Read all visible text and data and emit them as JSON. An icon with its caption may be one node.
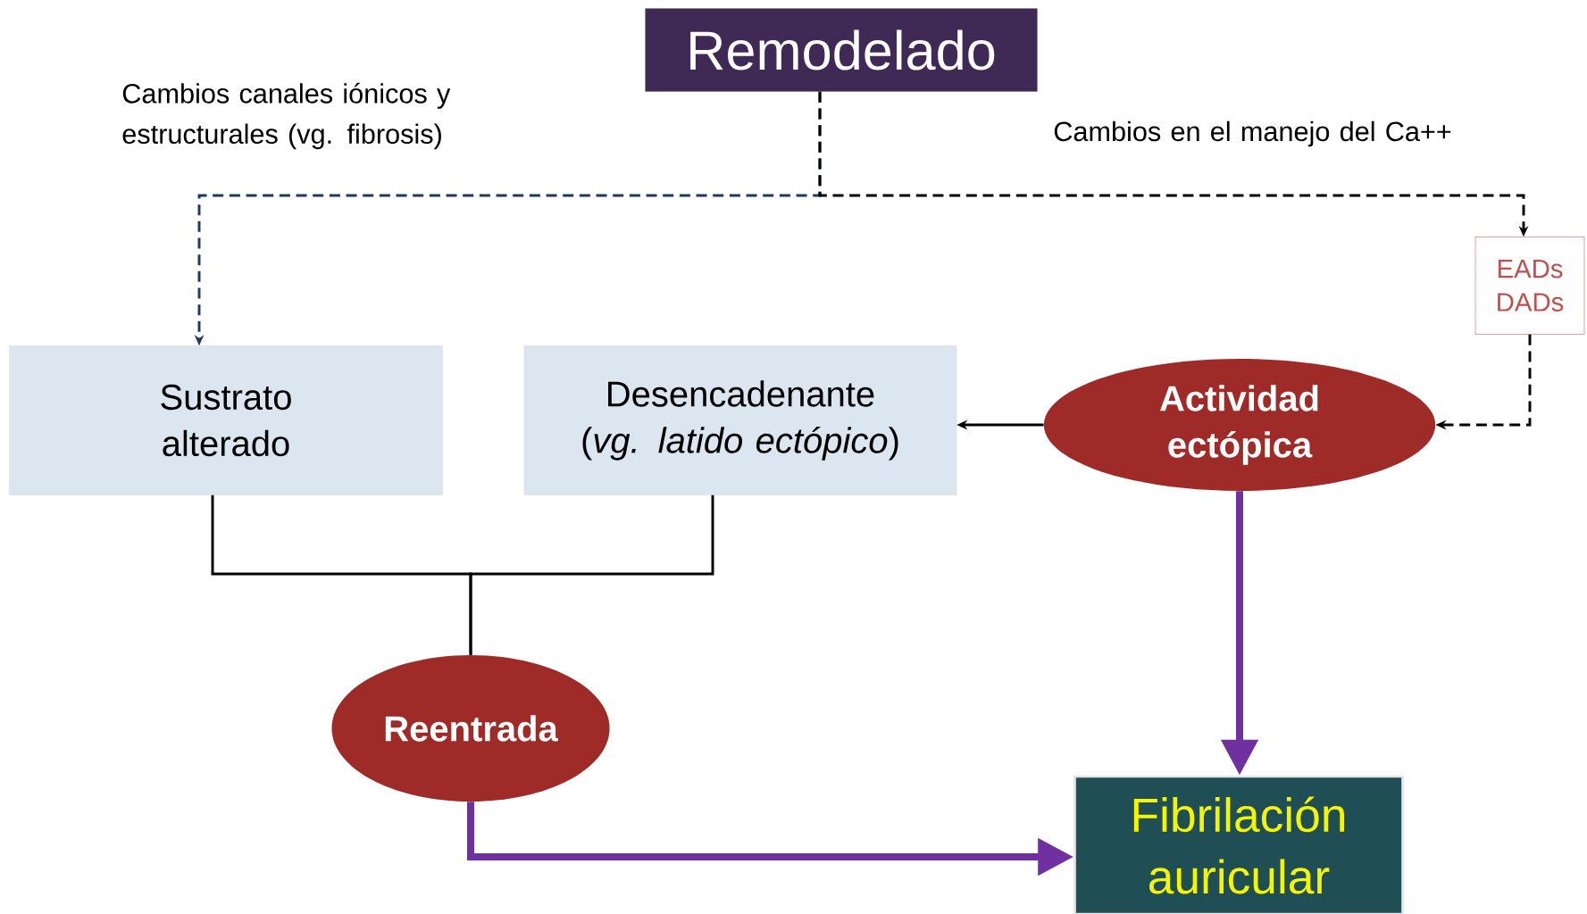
{
  "diagram": {
    "nodes": [
      {
        "text": [
          "Remodelado"
        ]
      },
      {
        "text": [
          "Sustrato alterado"
        ]
      },
      {
        "text": [
          "Desencadenante (*vg. latido ectópico*)"
        ]
      },
      {
        "text": [
          "EADs DADs"
        ]
      },
      {
        "text": [
          "Actividad ectópica"
        ]
      },
      {
        "text": [
          "Reentrada"
        ]
      },
      {
        "text": [
          "Fibrilación auricular"
        ]
      }
    ],
    "edges": [
      {
        "from": 0,
        "to": 3,
        "arrow": "to",
        "style": "dashed"
      },
      {
        "from": 0,
        "to": 1,
        "arrow": "to",
        "style": "dashed",
        "color": "#1f3864"
      },
      {
        "from": 3,
        "to": 4,
        "arrow": "to",
        "style": "dashed"
      },
      {
        "from": 4,
        "to": 2,
        "arrow": "to"
      },
      {
        "from": 1,
        "to": 5,
        "arrow": "none"
      },
      {
        "from": 2,
        "to": 5,
        "arrow": "none"
      },
      {
        "from": 4,
        "to": 6,
        "arrow": "to",
        "style": "thick",
        "color": "#7030a0"
      },
      {
        "from": 5,
        "to": 6,
        "arrow": "to",
        "style": "thick",
        "color": "#7030a0"
      }
    ],
    "labels": [
      "Cambios canales iónicos y estructurales (vg. fibrosis)",
      "Cambios en el manejo del Ca++"
    ]
  }
}
